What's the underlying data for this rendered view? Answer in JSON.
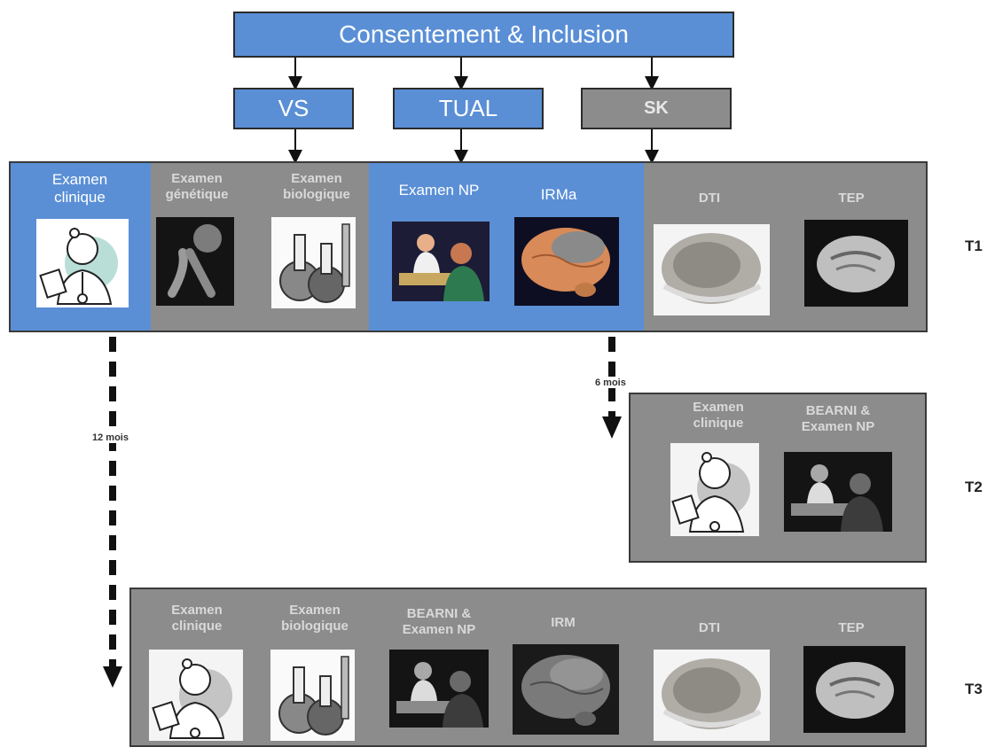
{
  "top": {
    "title": "Consentement & Inclusion"
  },
  "groups": {
    "vs": "VS",
    "tual": "TUAL",
    "sk": "SK"
  },
  "t1": {
    "label": "T1",
    "items": [
      "Examen clinique",
      "Examen génétique",
      "Examen biologique",
      "Examen NP",
      "IRMa",
      "DTI",
      "TEP"
    ]
  },
  "t2": {
    "label": "T2",
    "items": [
      "Examen clinique",
      "BEARNI & Examen NP"
    ]
  },
  "t3": {
    "label": "T3",
    "items": [
      "Examen clinique",
      "Examen biologique",
      "BEARNI & Examen NP",
      "IRM",
      "DTI",
      "TEP"
    ]
  },
  "durations": {
    "six": "6 mois",
    "twelve": "12 mois"
  },
  "colors": {
    "blue": "#5a8fd6",
    "gray": "#8c8c8c",
    "outline": "#2b2b2b"
  },
  "icons": [
    "doctor-icon",
    "chromosome-icon",
    "flask-icon",
    "consultation-icon",
    "brain-icon",
    "dti-scan-icon",
    "pet-scan-icon"
  ]
}
